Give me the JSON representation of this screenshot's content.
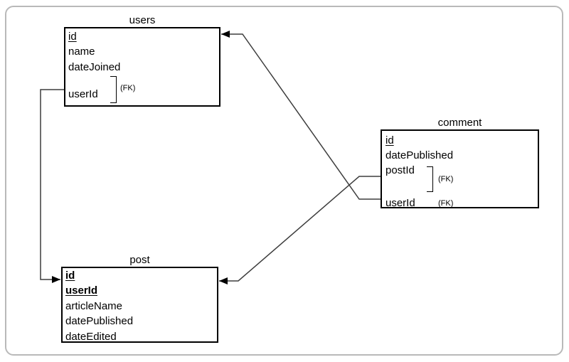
{
  "diagram": {
    "kind": "entity-relationship-diagram",
    "entities": [
      {
        "name": "users",
        "fields": [
          {
            "label": "id",
            "key": "primary"
          },
          {
            "label": "name",
            "key": "none"
          },
          {
            "label": "dateJoined",
            "key": "none"
          },
          {
            "label": "userId",
            "key": "foreign",
            "fk_label": "(FK)"
          }
        ]
      },
      {
        "name": "comment",
        "fields": [
          {
            "label": "id",
            "key": "primary"
          },
          {
            "label": "datePublished",
            "key": "none"
          },
          {
            "label": "postId",
            "key": "foreign",
            "fk_label": "(FK)"
          },
          {
            "label": "userId",
            "key": "foreign",
            "fk_label": "(FK)"
          }
        ]
      },
      {
        "name": "post",
        "fields": [
          {
            "label": "id",
            "key": "primary"
          },
          {
            "label": "userId",
            "key": "primary"
          },
          {
            "label": "articleName",
            "key": "none"
          },
          {
            "label": "datePublished",
            "key": "none"
          },
          {
            "label": "dateEdited",
            "key": "none"
          }
        ]
      }
    ],
    "relationships": [
      {
        "from": "users.userId",
        "to": "post",
        "arrow": "into post (left side)"
      },
      {
        "from": "comment.postId",
        "to": "post",
        "arrow": "into post (right side)"
      },
      {
        "from": "comment.userId",
        "to": "users",
        "arrow": "into users (right side)"
      }
    ],
    "colors": {
      "background": "#ffffff",
      "entity_border": "#000000",
      "connector": "#3d3d3d",
      "arrowhead": "#000000",
      "outer_border": "#b9b9b9",
      "text": "#000000"
    }
  }
}
